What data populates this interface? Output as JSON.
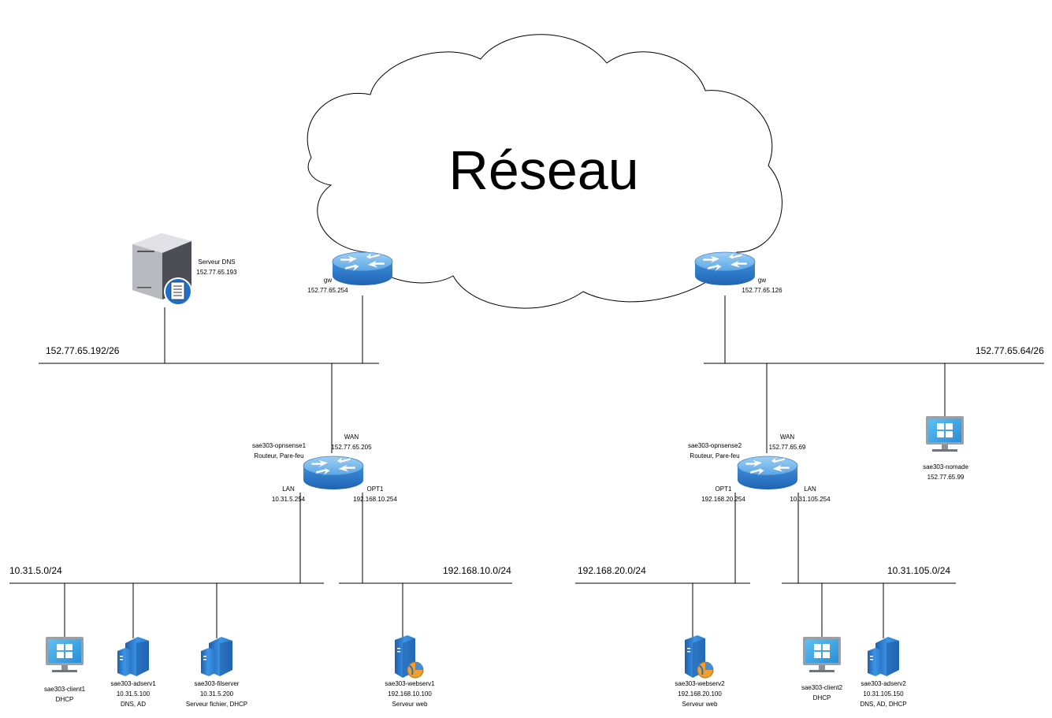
{
  "cloud": {
    "label": "Réseau"
  },
  "networks": {
    "net1": "152.77.65.192/26",
    "net2": "152.77.65.64/26",
    "net3": "10.31.5.0/24",
    "net4": "192.168.10.0/24",
    "net5": "192.168.20.0/24",
    "net6": "10.31.105.0/24"
  },
  "devices": {
    "dns": {
      "name": "Serveur DNS",
      "ip": "152.77.65.193"
    },
    "gw1": {
      "name": "gw",
      "ip": "152.77.65.254"
    },
    "gw2": {
      "name": "gw",
      "ip": "152.77.65.126"
    },
    "opn1": {
      "name": "sae303-opnsense1",
      "role": "Routeur, Pare-feu",
      "wan": "WAN",
      "wan_ip": "152.77.65.205",
      "lan": "LAN",
      "lan_ip": "10.31.5.254",
      "opt": "OPT1",
      "opt_ip": "192.168.10.254"
    },
    "opn2": {
      "name": "sae303-opnsense2",
      "role": "Routeur, Pare-feu",
      "wan": "WAN",
      "wan_ip": "152.77.65.69",
      "lan": "LAN",
      "lan_ip": "10.31.105.254",
      "opt": "OPT1",
      "opt_ip": "192.168.20.254"
    },
    "nomade": {
      "name": "sae303-nomade",
      "ip": "152.77.65.99"
    },
    "client1": {
      "name": "sae303-client1",
      "role": "DHCP"
    },
    "adserv1": {
      "name": "sae303-adserv1",
      "ip": "10.31.5.100",
      "role": "DNS, AD"
    },
    "filserver": {
      "name": "sae303-filserver",
      "ip": "10.31.5.200",
      "role": "Serveur fichier, DHCP"
    },
    "webserv1": {
      "name": "sae303-webserv1",
      "ip": "192.168.10.100",
      "role": "Serveur web"
    },
    "webserv2": {
      "name": "sae303-webserv2",
      "ip": "192.168.20.100",
      "role": "Serveur web"
    },
    "client2": {
      "name": "sae303-client2",
      "role": "DHCP"
    },
    "adserv2": {
      "name": "sae303-adserv2",
      "ip": "10.31.105.150",
      "role": "DNS, AD, DHCP"
    }
  },
  "colors": {
    "router": "#3a86d4",
    "server": "#2f7fd0",
    "monitor": "#3aa0e0",
    "line": "#000000"
  }
}
